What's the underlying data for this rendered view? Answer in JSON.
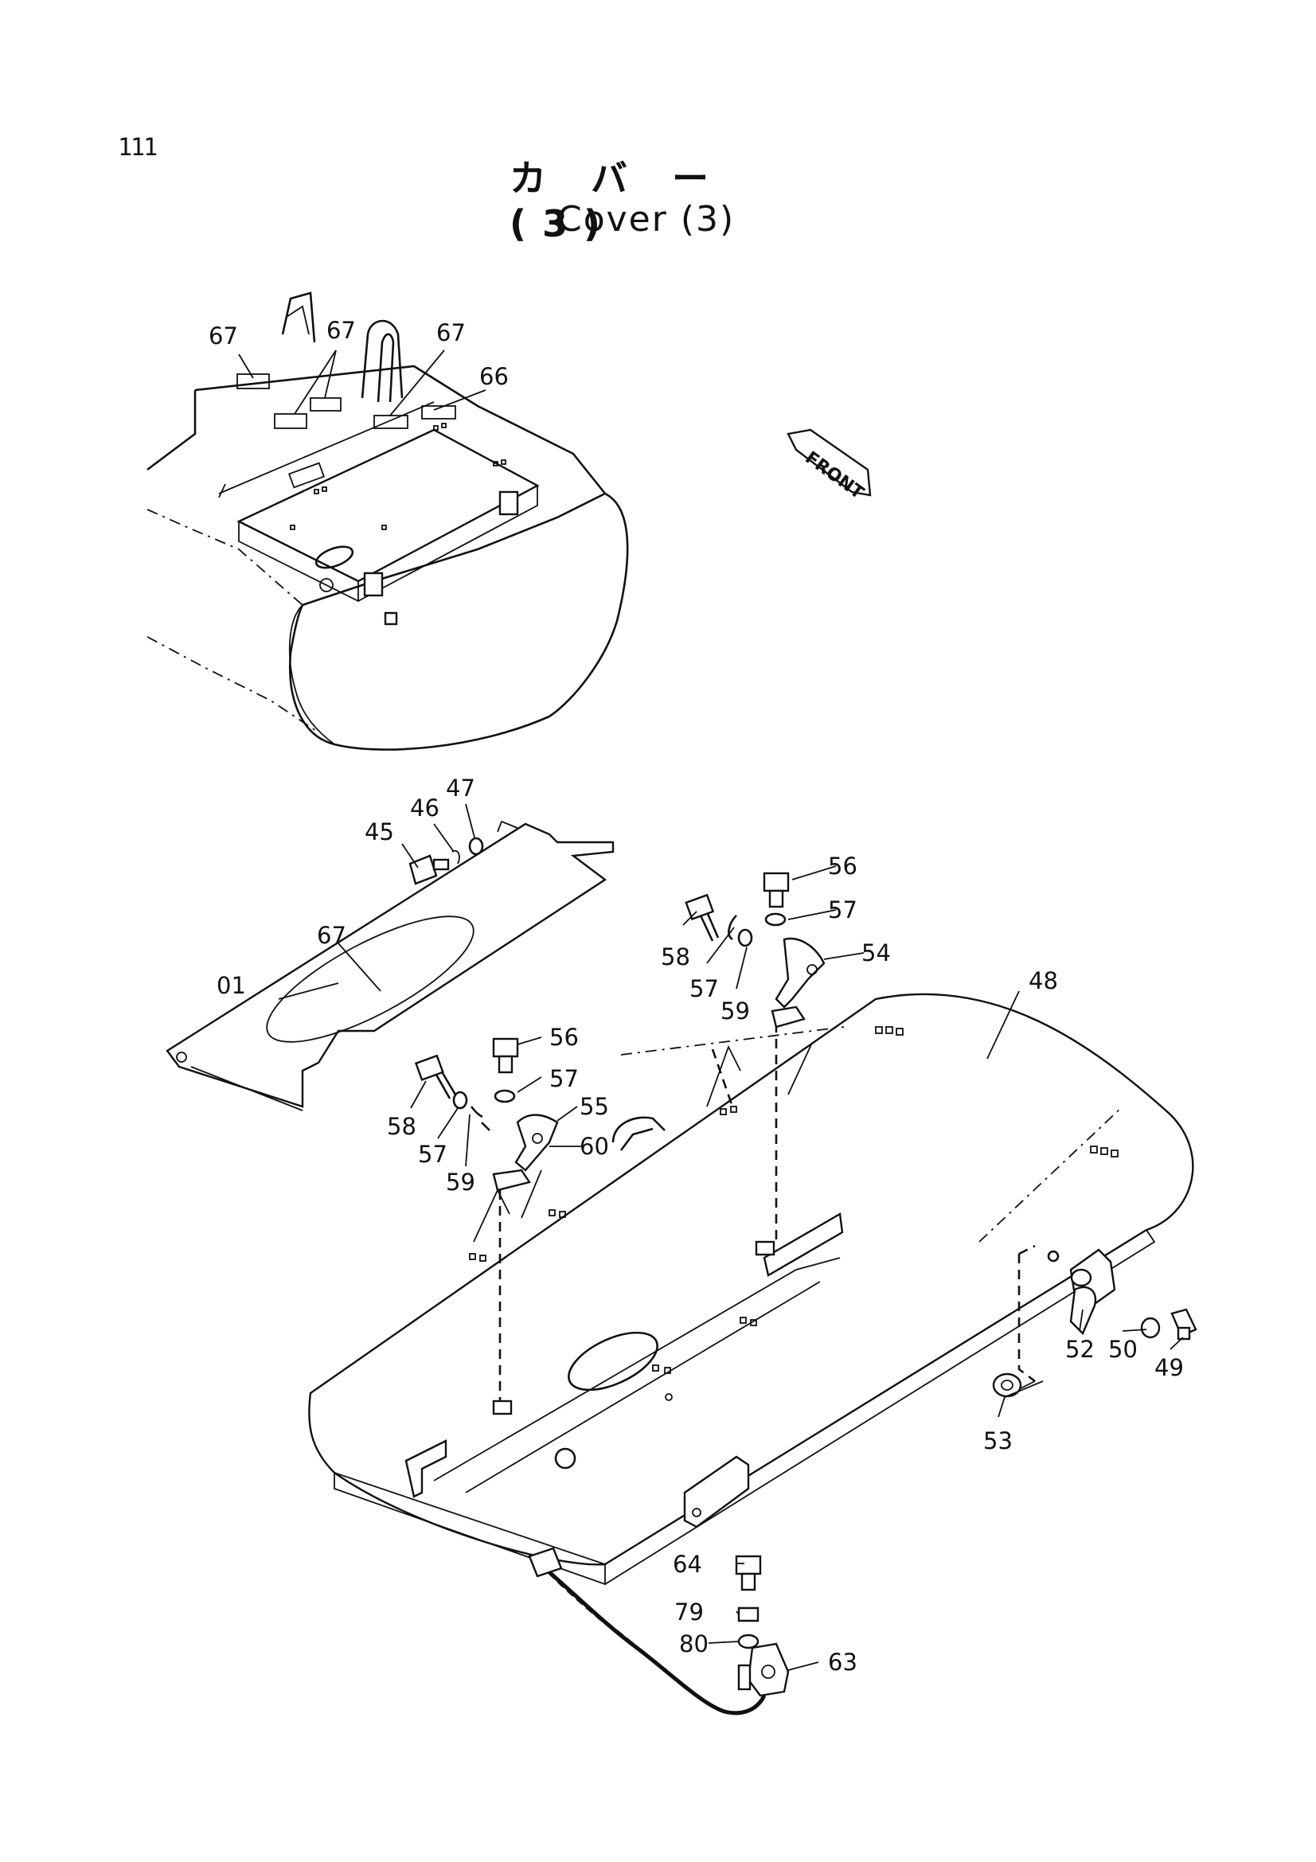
{
  "page": {
    "number": "111"
  },
  "title": {
    "japanese": "カ バ ー (3)",
    "english": "Cover (3)"
  },
  "front_marker": "FRONT",
  "callouts": {
    "c01": "01",
    "c45": "45",
    "c46": "46",
    "c47": "47",
    "c48": "48",
    "c49": "49",
    "c50": "50",
    "c52": "52",
    "c53": "53",
    "c54": "54",
    "c55": "55",
    "c56a": "56",
    "c56b": "56",
    "c57a": "57",
    "c57b": "57",
    "c57c": "57",
    "c57d": "57",
    "c58a": "58",
    "c58b": "58",
    "c59a": "59",
    "c59b": "59",
    "c60": "60",
    "c63": "63",
    "c64": "64",
    "c66": "66",
    "c67a": "67",
    "c67b": "67",
    "c67c": "67",
    "c67d": "67",
    "c79": "79",
    "c80": "80"
  }
}
